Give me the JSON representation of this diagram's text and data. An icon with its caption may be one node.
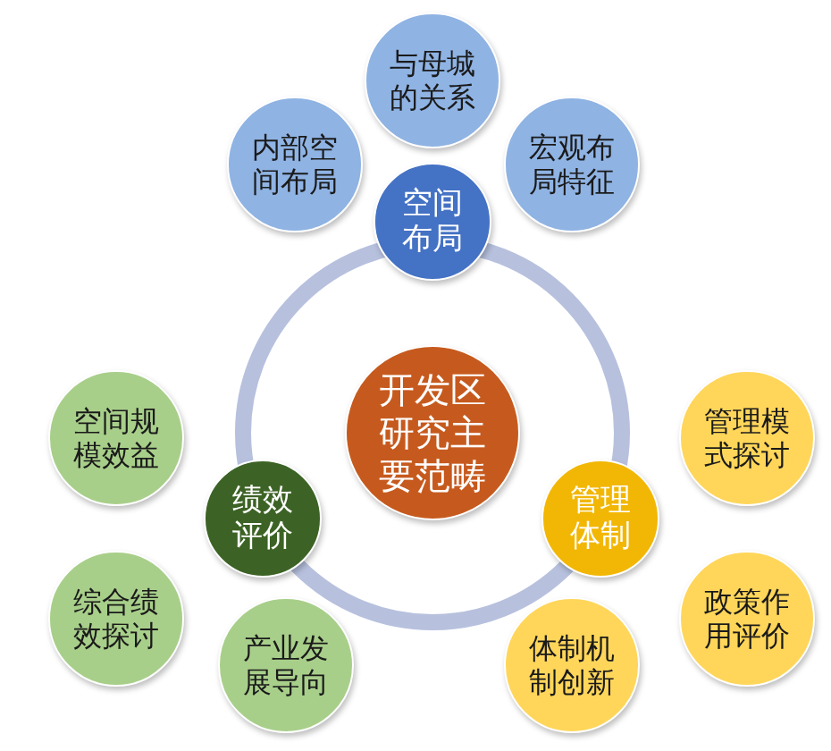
{
  "diagram": {
    "nodes": [
      {
        "text": [
          "开发区研究主要范畴"
        ]
      },
      {
        "text": [
          "空间布局"
        ]
      },
      {
        "text": [
          "内部空间布局"
        ]
      },
      {
        "text": [
          "与母城的关系"
        ]
      },
      {
        "text": [
          "宏观布局特征"
        ]
      },
      {
        "text": [
          "绩效评价"
        ]
      },
      {
        "text": [
          "空间规模效益"
        ]
      },
      {
        "text": [
          "综合绩效探讨"
        ]
      },
      {
        "text": [
          "产业发展导向"
        ]
      },
      {
        "text": [
          "管理体制"
        ]
      },
      {
        "text": [
          "管理模式探讨"
        ]
      },
      {
        "text": [
          "政策作用评价"
        ]
      },
      {
        "text": [
          "体制机制创新"
        ]
      }
    ]
  }
}
